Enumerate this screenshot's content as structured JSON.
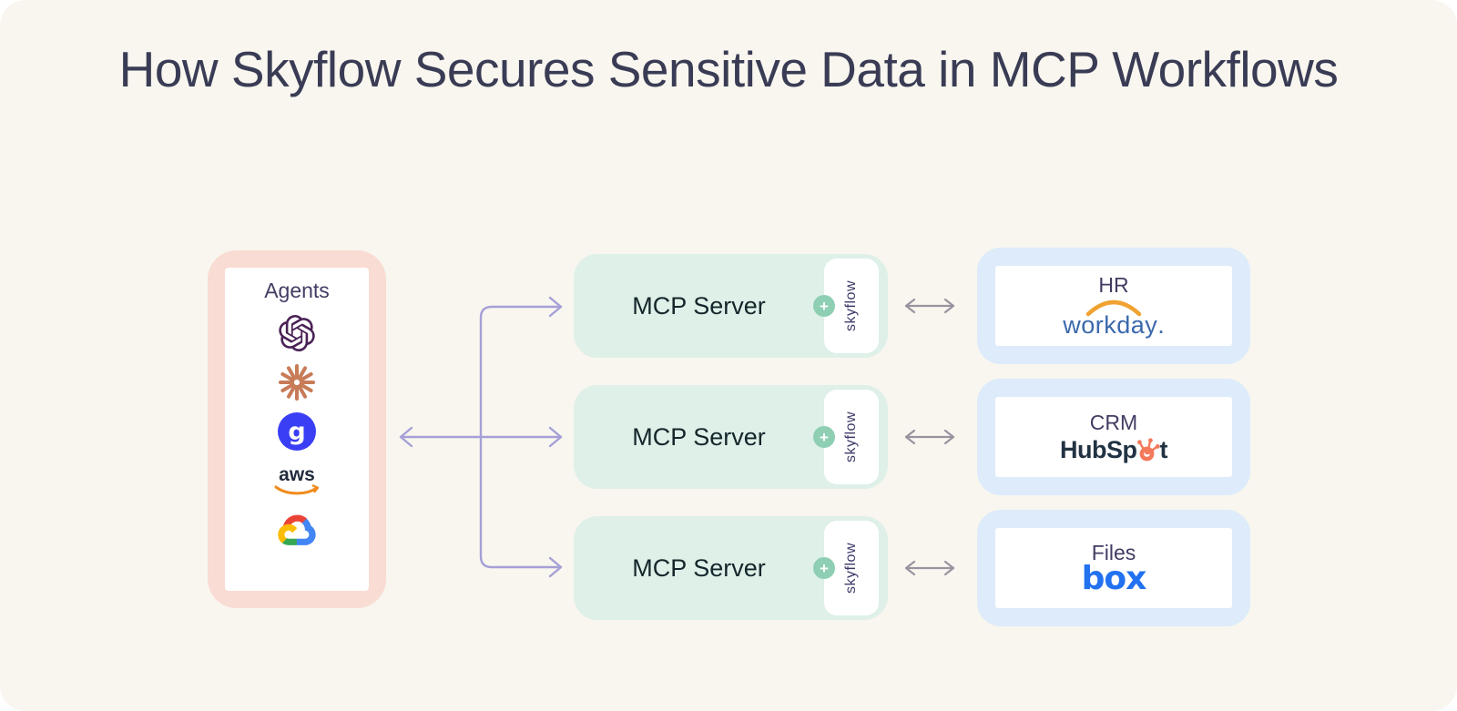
{
  "title": "How Skyflow Secures Sensitive Data in MCP Workflows",
  "agents_panel": {
    "label": "Agents",
    "icons": [
      {
        "name": "openai-icon"
      },
      {
        "name": "anthropic-icon"
      },
      {
        "name": "g-logo-icon",
        "text": "g"
      },
      {
        "name": "aws-icon",
        "text": "aws"
      },
      {
        "name": "google-cloud-icon"
      }
    ]
  },
  "mcp_servers": [
    {
      "label": "MCP Server",
      "badge": "+",
      "tab_label": "skyflow"
    },
    {
      "label": "MCP Server",
      "badge": "+",
      "tab_label": "skyflow"
    },
    {
      "label": "MCP Server",
      "badge": "+",
      "tab_label": "skyflow"
    }
  ],
  "destinations": [
    {
      "category": "HR",
      "vendor": "workday",
      "vendor_suffix": "."
    },
    {
      "category": "CRM",
      "vendor_prefix": "HubSp",
      "vendor_suffix": "t"
    },
    {
      "category": "Files",
      "vendor": "box"
    }
  ],
  "colors": {
    "background": "#f8f6ef",
    "title_text": "#3a3c55",
    "agents_panel_fill": "#f9dcd3",
    "mcp_box_fill": "#def0e8",
    "mcp_text": "#15262b",
    "skyflow_badge_green": "#8ecfb4",
    "skyflow_text": "#3d3a68",
    "destination_box_fill": "#ddebfb",
    "category_text": "#413d63",
    "connector_arrow": "#a5a0d6",
    "sync_arrow": "#99939f",
    "workday_blue": "#3b69ad",
    "workday_arc_orange": "#f0a231",
    "hubspot_navy": "#213343",
    "hubspot_orange": "#f4795b",
    "box_blue": "#2271f0",
    "openai_plum": "#4a2256",
    "anthropic_rust": "#c77b57",
    "g_logo_blue": "#3a3ef5",
    "aws_dark": "#212c3d",
    "aws_orange": "#f08c1e"
  }
}
